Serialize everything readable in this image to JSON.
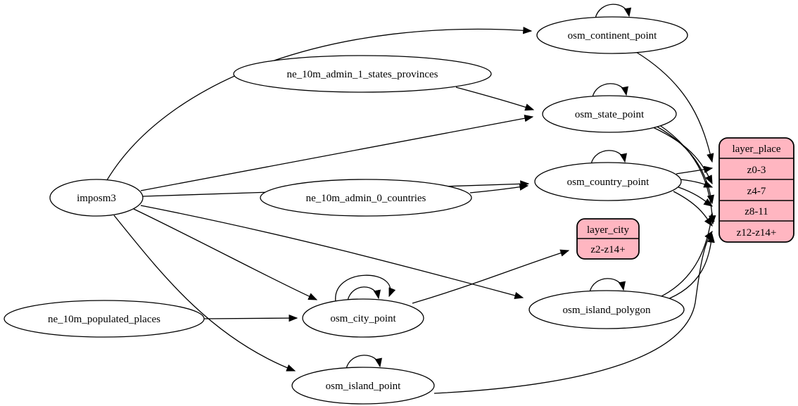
{
  "diagram": {
    "type": "etl-graph",
    "colors": {
      "background": "#ffffff",
      "ellipse_fill": "#ffffff",
      "record_fill": "#ffb6c1",
      "stroke": "#000000",
      "text": "#000000"
    },
    "nodes": [
      {
        "id": "imposm3",
        "label": "imposm3",
        "shape": "ellipse"
      },
      {
        "id": "ne_10m_admin_1_states_provinces",
        "label": "ne_10m_admin_1_states_provinces",
        "shape": "ellipse"
      },
      {
        "id": "ne_10m_admin_0_countries",
        "label": "ne_10m_admin_0_countries",
        "shape": "ellipse"
      },
      {
        "id": "ne_10m_populated_places",
        "label": "ne_10m_populated_places",
        "shape": "ellipse"
      },
      {
        "id": "osm_continent_point",
        "label": "osm_continent_point",
        "shape": "ellipse"
      },
      {
        "id": "osm_state_point",
        "label": "osm_state_point",
        "shape": "ellipse"
      },
      {
        "id": "osm_country_point",
        "label": "osm_country_point",
        "shape": "ellipse"
      },
      {
        "id": "osm_city_point",
        "label": "osm_city_point",
        "shape": "ellipse"
      },
      {
        "id": "osm_island_polygon",
        "label": "osm_island_polygon",
        "shape": "ellipse"
      },
      {
        "id": "osm_island_point",
        "label": "osm_island_point",
        "shape": "ellipse"
      }
    ],
    "records": {
      "layer_city": {
        "title": "layer_city",
        "rows": [
          "z2-z14+"
        ]
      },
      "layer_place": {
        "title": "layer_place",
        "rows": [
          "z0-3",
          "z4-7",
          "z8-11",
          "z12-z14+"
        ]
      }
    },
    "edges": [
      {
        "from": "imposm3",
        "to": "osm_continent_point"
      },
      {
        "from": "imposm3",
        "to": "osm_state_point"
      },
      {
        "from": "imposm3",
        "to": "osm_country_point"
      },
      {
        "from": "imposm3",
        "to": "osm_city_point"
      },
      {
        "from": "imposm3",
        "to": "osm_island_polygon"
      },
      {
        "from": "imposm3",
        "to": "osm_island_point"
      },
      {
        "from": "ne_10m_admin_1_states_provinces",
        "to": "osm_state_point"
      },
      {
        "from": "ne_10m_admin_0_countries",
        "to": "osm_country_point"
      },
      {
        "from": "ne_10m_populated_places",
        "to": "osm_city_point"
      },
      {
        "from": "osm_continent_point",
        "to": "osm_continent_point"
      },
      {
        "from": "osm_state_point",
        "to": "osm_state_point"
      },
      {
        "from": "osm_country_point",
        "to": "osm_country_point"
      },
      {
        "from": "osm_city_point",
        "to": "osm_city_point"
      },
      {
        "from": "osm_city_point",
        "to": "osm_city_point"
      },
      {
        "from": "osm_island_polygon",
        "to": "osm_island_polygon"
      },
      {
        "from": "osm_island_point",
        "to": "osm_island_point"
      },
      {
        "from": "osm_city_point",
        "to": "layer_city:z2-z14+"
      },
      {
        "from": "osm_continent_point",
        "to": "layer_place:z0-3"
      },
      {
        "from": "osm_country_point",
        "to": "layer_place:z0-3"
      },
      {
        "from": "osm_country_point",
        "to": "layer_place:z4-7"
      },
      {
        "from": "osm_country_point",
        "to": "layer_place:z8-11"
      },
      {
        "from": "osm_country_point",
        "to": "layer_place:z12-z14+"
      },
      {
        "from": "osm_state_point",
        "to": "layer_place:z4-7"
      },
      {
        "from": "osm_state_point",
        "to": "layer_place:z8-11"
      },
      {
        "from": "osm_state_point",
        "to": "layer_place:z12-z14+"
      },
      {
        "from": "osm_island_polygon",
        "to": "layer_place:z8-11"
      },
      {
        "from": "osm_island_polygon",
        "to": "layer_place:z12-z14+"
      },
      {
        "from": "osm_island_point",
        "to": "layer_place:z12-z14+"
      }
    ]
  }
}
